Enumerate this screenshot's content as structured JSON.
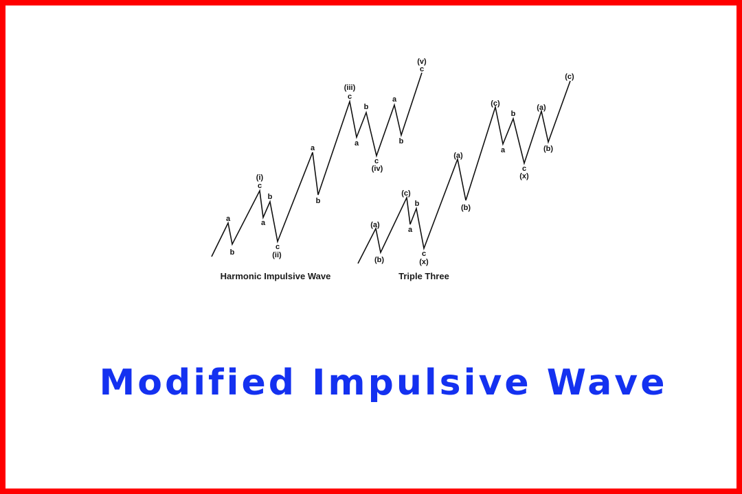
{
  "headline": "Modified Impulsive Wave",
  "colors": {
    "border": "#ff0000",
    "headline": "#1431f0",
    "line": "#111111"
  },
  "diagrams": [
    {
      "caption": "Harmonic Impulsive Wave",
      "labels": [
        "a",
        "b",
        "(i)",
        "c",
        "a",
        "b",
        "c",
        "(ii)",
        "a",
        "b",
        "(iii)",
        "c",
        "a",
        "b",
        "c",
        "(iv)",
        "a",
        "b",
        "(v)",
        "c"
      ]
    },
    {
      "caption": "Triple Three",
      "labels": [
        "(a)",
        "(b)",
        "(c)",
        "a",
        "b",
        "c",
        "(x)",
        "(a)",
        "(b)",
        "(c)",
        "a",
        "b",
        "c",
        "(x)",
        "(a)",
        "(b)",
        "(c)"
      ]
    }
  ]
}
